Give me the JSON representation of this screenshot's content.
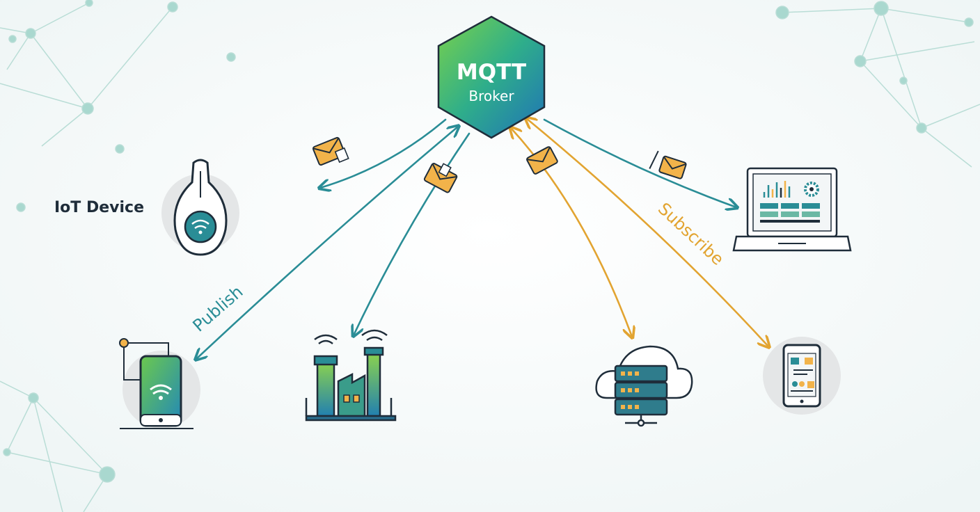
{
  "broker": {
    "line1": "MQTT",
    "line2": "Broker"
  },
  "labels": {
    "iot_device": "IoT Device",
    "publish": "Publish",
    "subscribe": "Subscribe"
  },
  "colors": {
    "teal": "#2a8d96",
    "orange": "#e2a431",
    "outline": "#1f2d3a",
    "envelope": "#f2b34a",
    "device_bg": "#e4e6e7",
    "network": "#a9d8cf"
  },
  "nodes": {
    "iot_sensor": {
      "icon": "iot-sensor-icon"
    },
    "smartphone_publisher": {
      "icon": "wifi-smartphone-icon"
    },
    "factory": {
      "icon": "factory-icon"
    },
    "cloud_server": {
      "icon": "cloud-server-icon"
    },
    "dashboard_laptop": {
      "icon": "dashboard-laptop-icon"
    },
    "mobile_subscriber": {
      "icon": "mobile-app-icon"
    }
  }
}
